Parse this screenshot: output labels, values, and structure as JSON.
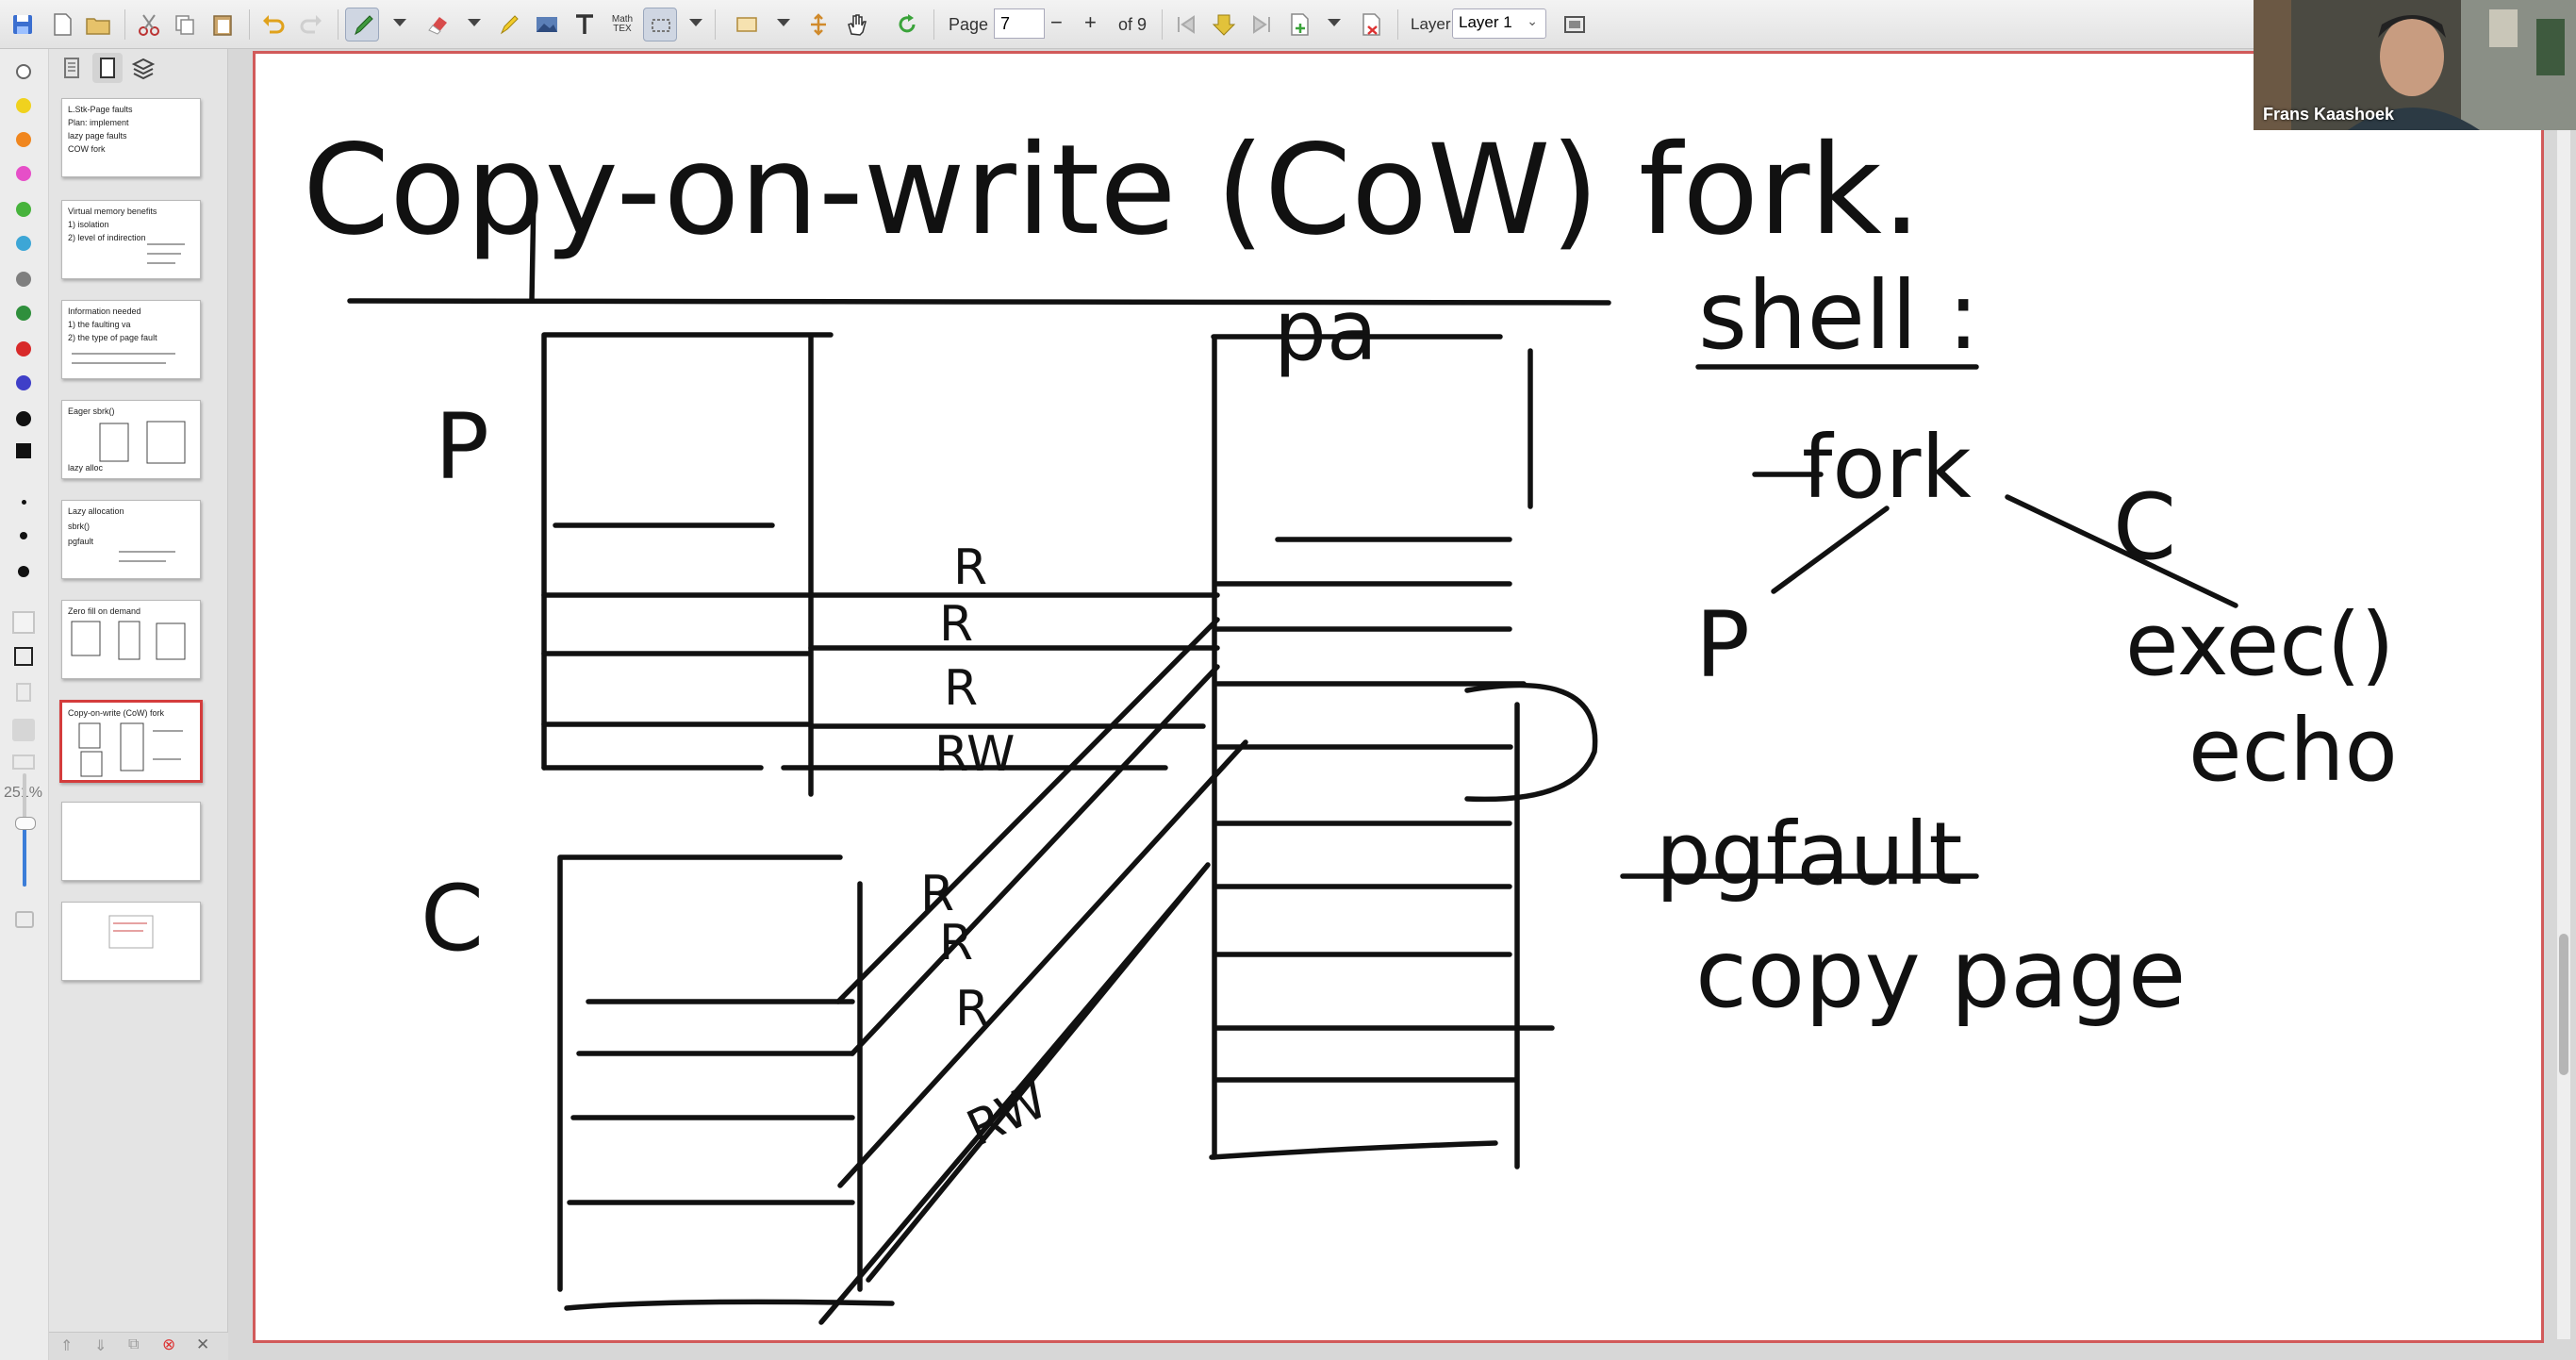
{
  "app": {
    "toolbar": {
      "page_label": "Page",
      "page_value": "7",
      "page_total": "of 9",
      "math_label": "Math",
      "tex_label": "TEX",
      "layer_label": "Layer",
      "layer_value": "Layer 1"
    },
    "zoom": "251%",
    "sidebar": {
      "thumbnails": [
        {
          "page": 1,
          "lines": [
            "L.Stk-Page faults",
            "Plan: implement",
            "lazy page faults",
            "COW fork"
          ]
        },
        {
          "page": 2,
          "lines": [
            "Virtual memory benefits",
            "1) isolation",
            "2) level of indirection"
          ]
        },
        {
          "page": 3,
          "lines": [
            "Information needed",
            "1) the faulting va",
            "2) the type of page fault"
          ]
        },
        {
          "page": 4,
          "lines": [
            "Eager sbrk()",
            "lazy alloc"
          ]
        },
        {
          "page": 5,
          "lines": [
            "Lazy allocation",
            "sbrk()",
            "pgfault"
          ]
        },
        {
          "page": 6,
          "lines": [
            "Zero fill on demand"
          ]
        },
        {
          "page": 7,
          "lines": [
            "Copy-on-write (CoW) fork"
          ],
          "current": true
        },
        {
          "page": 8,
          "lines": []
        },
        {
          "page": 9,
          "lines": []
        }
      ]
    },
    "colors": {
      "palette": [
        "#ffffff",
        "#f0d21e",
        "#f0861e",
        "#e64fc8",
        "#47b33c",
        "#3da6d6",
        "#7f7f7f",
        "#2f8f3c",
        "#d82a2a",
        "#3f3fc8",
        "#111111"
      ],
      "accent": "#d43c3c",
      "active_tool": "#cfd6e2"
    },
    "icons": [
      "save-icon",
      "new-icon",
      "open-icon",
      "cut-icon",
      "copy-icon",
      "paste-icon",
      "undo-icon",
      "redo-icon",
      "pen-icon",
      "eraser-icon",
      "highlighter-icon",
      "image-icon",
      "text-icon",
      "latex-icon",
      "select-icon",
      "shape-icon",
      "vertical-space-icon",
      "hand-icon",
      "refresh-icon",
      "first-page-icon",
      "prev-page-icon",
      "next-page-icon",
      "last-page-icon",
      "add-page-icon",
      "delete-page-icon",
      "fullscreen-icon"
    ]
  },
  "video": {
    "participant_name": "Frans Kaashoek"
  },
  "slide": {
    "title": "Copy-on-write (CoW) fork.",
    "labels": {
      "parent": "P",
      "child": "C",
      "physical": "pa",
      "read_only": "R",
      "read_write": "RW"
    },
    "shell_notes": {
      "heading": "shell :",
      "fork": "fork",
      "parent": "P",
      "child": "C",
      "exec": "exec()",
      "echo": "echo"
    },
    "pgfault_notes": {
      "heading": "pgfault",
      "action": "copy page"
    }
  }
}
